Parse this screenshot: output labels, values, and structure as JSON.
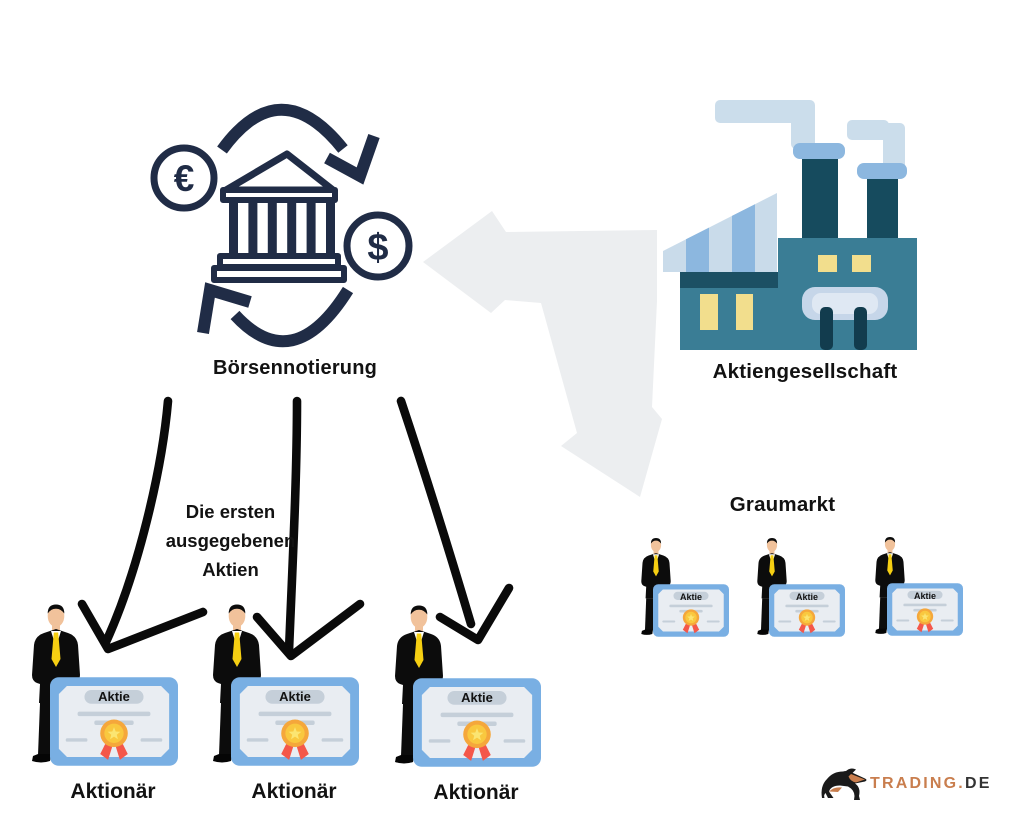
{
  "nodes": {
    "listing": {
      "label": "Börsennotierung",
      "euro_symbol": "€",
      "dollar_symbol": "$"
    },
    "company": {
      "label": "Aktiengesellschaft"
    },
    "gray_market": {
      "label": "Graumarkt"
    },
    "first_shares_note": "Die ersten ausgegebenen Aktien",
    "share_label": "Aktie",
    "shareholder_label": "Aktionär"
  },
  "branding": {
    "primary": "TRADING.",
    "suffix": "DE"
  },
  "icons": [
    "cycle-arrows-icon",
    "euro-coin-icon",
    "dollar-coin-icon",
    "bank-icon",
    "factory-icon",
    "fork-arrow-icon",
    "hand-drawn-arrow-icon",
    "businessman-icon",
    "share-certificate-icon",
    "medal-icon",
    "bull-icon"
  ],
  "colors": {
    "icon_navy": "#202C46",
    "fork_arrow_gray": "#ECEEF0",
    "hand_arrow_black": "#0A0A0A",
    "factory_teal": "#3A7D95",
    "factory_dark_teal": "#164B5E",
    "smoke_blue": "#CBDDEB",
    "stripe_blue": "#8CB7DF",
    "window_yellow": "#F2DE8D",
    "certificate_blue": "#79AFE3",
    "certificate_inner": "#E9EDF2",
    "medal_orange": "#F5A73B",
    "ribbon_red": "#F4574A",
    "tie_yellow": "#F6CF12",
    "skin": "#F1C29B",
    "brand_orange": "#C97E4E"
  }
}
